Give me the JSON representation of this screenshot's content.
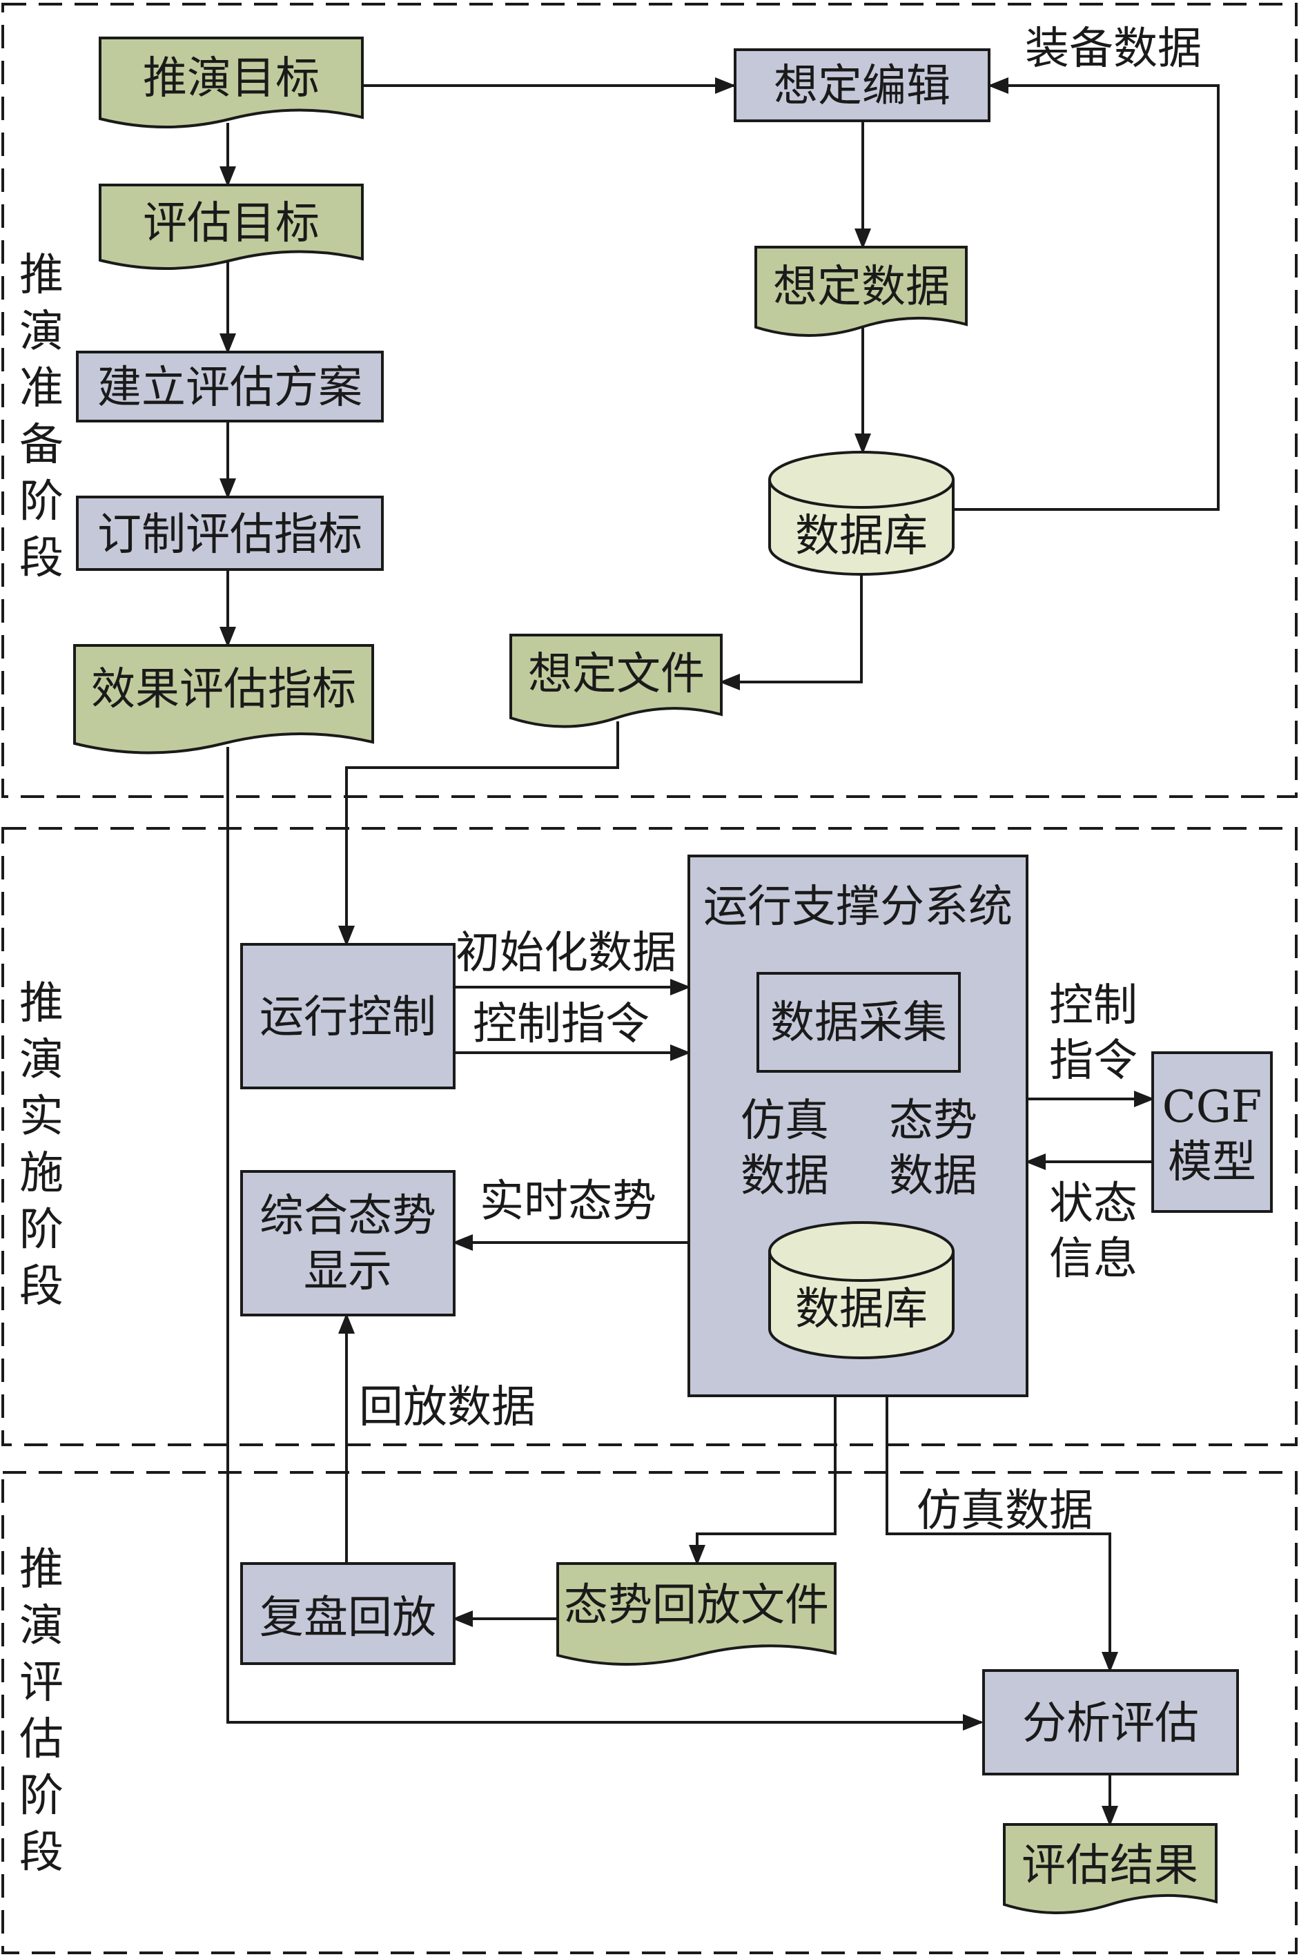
{
  "phases": {
    "prep": "推演准备阶段",
    "exec": "推演实施阶段",
    "eval": "推演评估阶段"
  },
  "nodes": {
    "tuiyan_mubiao": "推演目标",
    "pinggu_mubiao": "评估目标",
    "jianli_fangan": "建立评估方案",
    "dingzhi_zhibiao": "订制评估指标",
    "xiaoguo_zhibiao": "效果评估指标",
    "xiangding_bianji": "想定编辑",
    "xiangding_shuju": "想定数据",
    "shujuku_1": "数据库",
    "xiangding_wenjian": "想定文件",
    "yunxing_kongzhi": "运行控制",
    "yunxing_zhicheng": "运行支撑分系统",
    "shuju_caiji": "数据采集",
    "shujuku_2": "数据库",
    "cgf_line1": "CGF",
    "cgf_line2": "模型",
    "zonghe_line1": "综合态势",
    "zonghe_line2": "显示",
    "fupan_huifang": "复盘回放",
    "taishi_wenjian": "态势回放文件",
    "fenxi_pinggu": "分析评估",
    "pinggu_jieguo": "评估结果"
  },
  "edge_labels": {
    "zhuangbei_shuju": "装备数据",
    "chushihua_shuju": "初始化数据",
    "kongzhi_zhiling_1": "控制指令",
    "kongzhi_zhiling_2_line1": "控制",
    "kongzhi_zhiling_2_line2": "指令",
    "zhuangtai_line1": "状态",
    "zhuangtai_line2": "信息",
    "shishi_taishi": "实时态势",
    "fangzhen_line1": "仿真",
    "fangzhen_line2": "数据",
    "taishi_line1": "态势",
    "taishi_line2": "数据",
    "huifang_shuju": "回放数据",
    "fangzhen_shuju": "仿真数据"
  },
  "colors": {
    "process_fill": "#c4c8d8",
    "document_fill": "#bfcb9c",
    "database_fill": "#e6ebcf",
    "stroke": "#1a1a1a"
  }
}
